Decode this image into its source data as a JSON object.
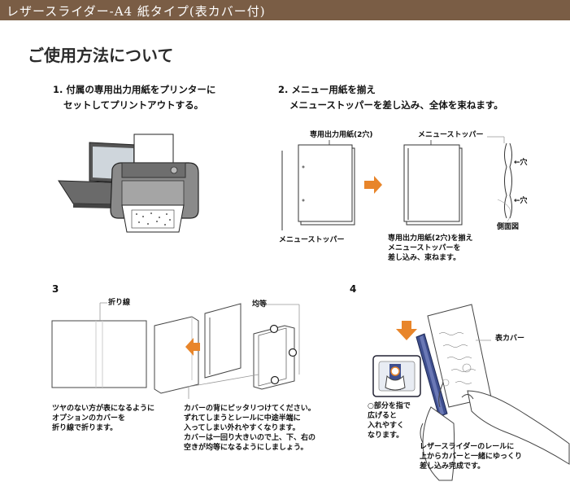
{
  "header": {
    "title": "レザースライダー-A4 紙タイプ(表カバー付)"
  },
  "heading": "ご使用方法について",
  "step1": {
    "line1": "1. 付属の専用出力用紙をプリンターに",
    "line2": "セットしてプリントアウトする。"
  },
  "step2": {
    "line1": "2. メニュー用紙を揃え",
    "line2": "メニューストッパーを差し込み、全体を束ねます。",
    "label_paper": "専用出力用紙(2穴)",
    "label_stopper_top": "メニューストッパー",
    "label_stopper_bottom": "メニューストッパー",
    "label_hole1": "←穴",
    "label_hole2": "←穴",
    "label_side": "側面図",
    "note": [
      "専用出力用紙(2穴)を揃え",
      "メニューストッパーを",
      "差し込み、束ねます。"
    ]
  },
  "step3": {
    "number": "3",
    "label_fold": "折り線",
    "label_even": "均等",
    "note_left": [
      "ツヤのない方が表になるように",
      "オプションのカバーを",
      "折り線で折ります。"
    ],
    "note_right": [
      "カバーの背にピッタリつけてください。",
      "ずれてしまうとレールに中途半端に",
      "入ってしまい外れやすくなります。",
      "カバーは一回り大きいので上、下、右の",
      "空きが均等になるようにしましょう。"
    ]
  },
  "step4": {
    "number": "4",
    "label_cover": "表カバー",
    "note_left": [
      "○部分を指で",
      "広げると",
      "入れやすく",
      "なります。"
    ],
    "note_bottom": [
      "レザースライダーのレールに",
      "上からカバーと一緒にゆっくり",
      "差し込み完成です。"
    ]
  },
  "colors": {
    "header": "#7a5d45",
    "accent_orange": "#e8852a",
    "rail_blue": "#3f4f8f"
  }
}
